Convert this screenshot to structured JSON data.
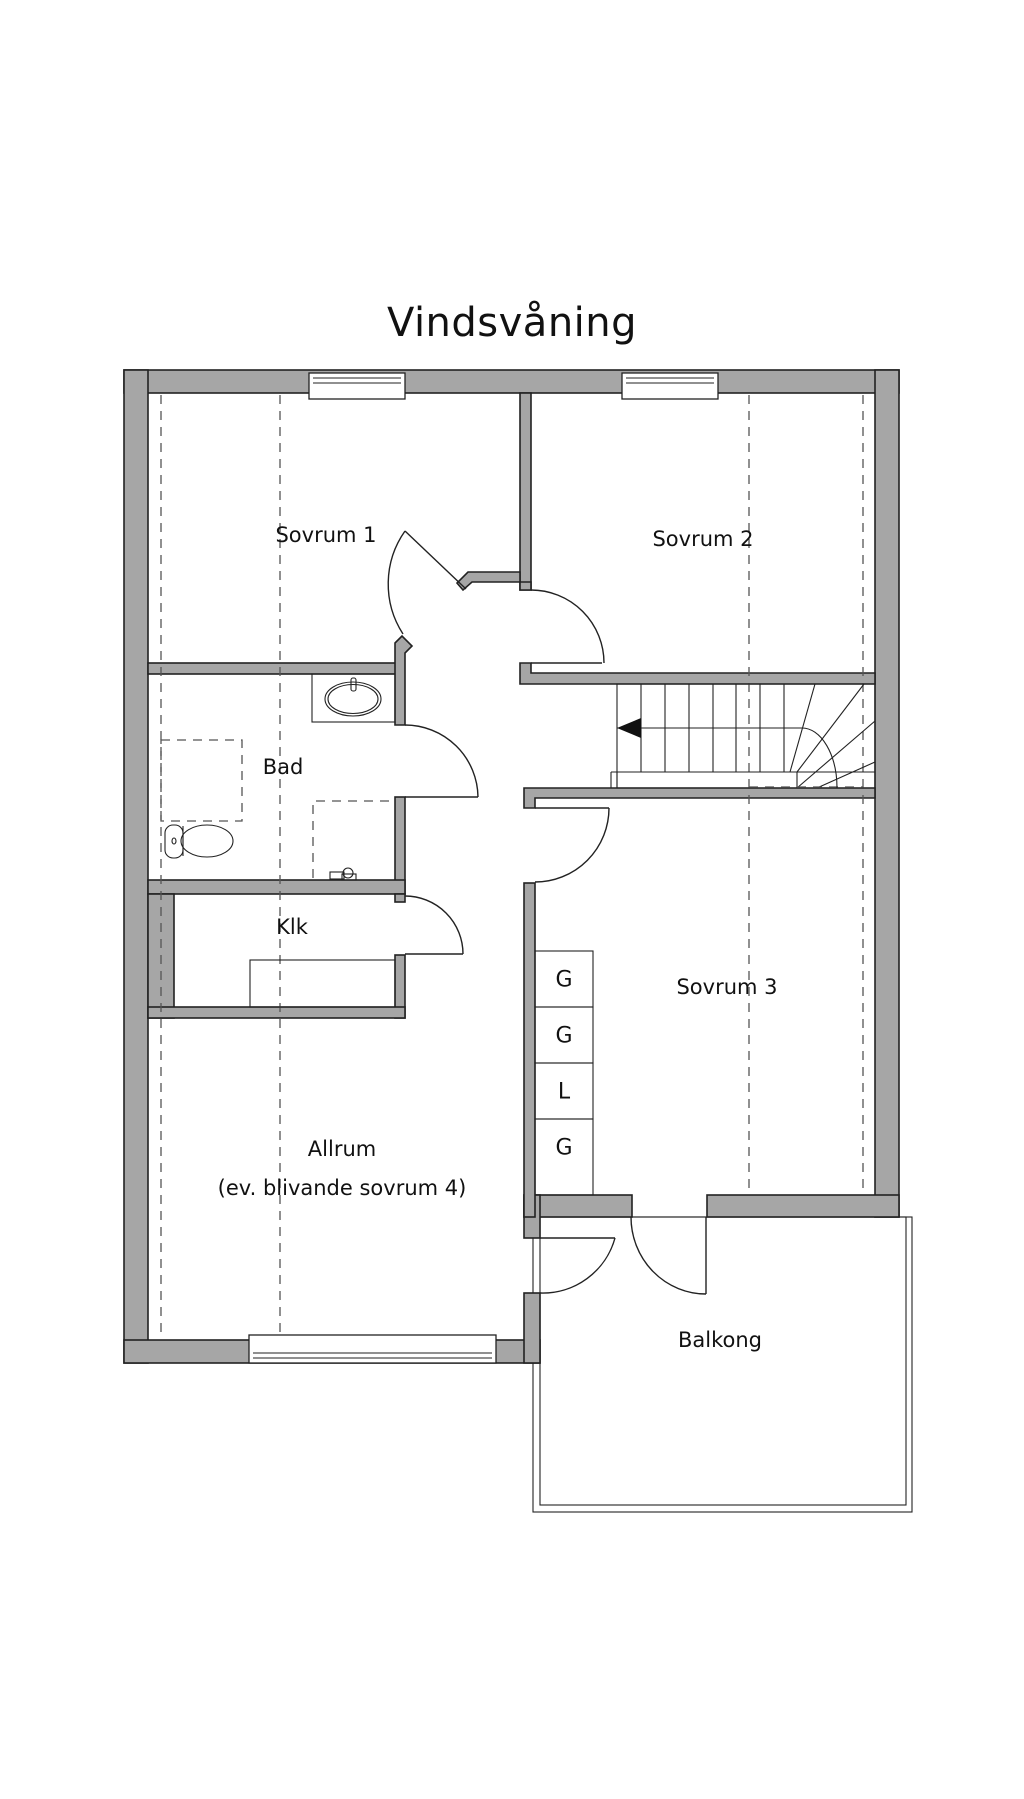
{
  "title": "Vindsvåning",
  "colors": {
    "wall_fill": "#a6a6a6",
    "line": "#222222",
    "background": "#ffffff"
  },
  "rooms": {
    "sovrum1": {
      "label": "Sovrum 1"
    },
    "sovrum2": {
      "label": "Sovrum 2"
    },
    "bad": {
      "label": "Bad"
    },
    "klk": {
      "label": "Klk"
    },
    "sovrum3": {
      "label": "Sovrum 3"
    },
    "allrum": {
      "label": "Allrum",
      "sublabel": "(ev. blivande sovrum 4)"
    },
    "balkong": {
      "label": "Balkong"
    }
  },
  "closets": [
    "G",
    "G",
    "L",
    "G"
  ],
  "symbols": [
    "window-icon",
    "door-swing-icon",
    "staircase-icon",
    "stair-direction-arrow-icon",
    "sink-icon",
    "toilet-icon",
    "shower-area-icon",
    "faucet-icon",
    "sloped-ceiling-line"
  ]
}
